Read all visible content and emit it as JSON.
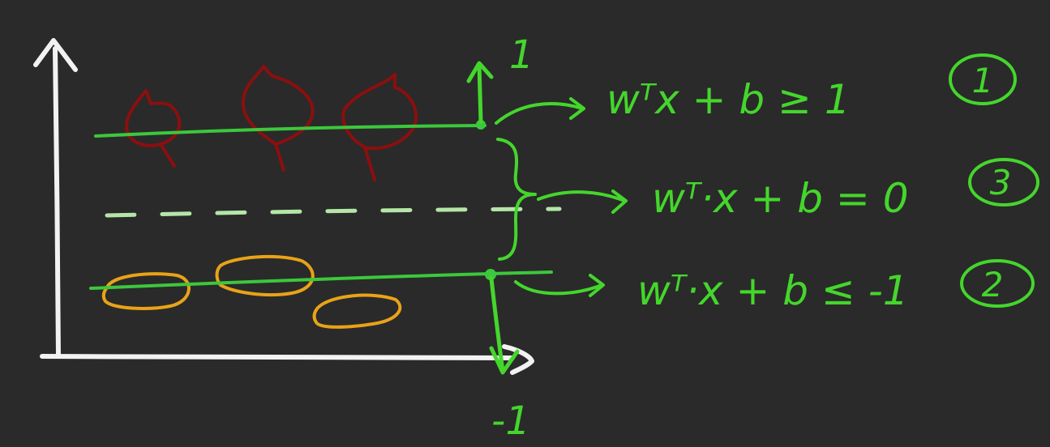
{
  "diagram": {
    "top_label": "1",
    "bottom_label": "-1",
    "equations": [
      {
        "text": "wᵀx + b ≥ 1",
        "marker": "1"
      },
      {
        "text": "wᵀ·x + b = 0",
        "marker": "3"
      },
      {
        "text": "wᵀ·x + b ≤ -1",
        "marker": "2"
      }
    ]
  },
  "colors": {
    "background": "#2a2a2a",
    "axis": "#f2f2f2",
    "margin_line": "#3cc83c",
    "decision_line": "#b5e6a8",
    "annotation": "#44d62c",
    "class_positive": "#8b0f0f",
    "class_negative": "#e8a317"
  }
}
